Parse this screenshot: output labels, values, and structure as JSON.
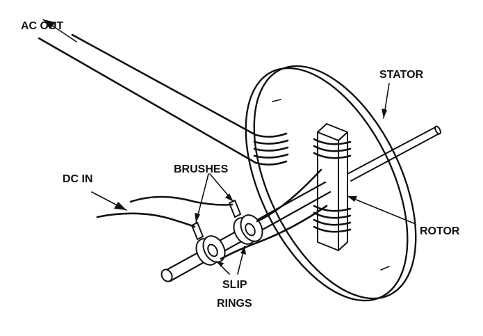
{
  "labels": {
    "ac_out": "AC OUT",
    "stator": "STATOR",
    "brushes": "BRUSHES",
    "dc_in": "DC IN",
    "rotor": "ROTOR",
    "slip_rings_line1": "SLIP",
    "slip_rings_line2": "RINGS"
  },
  "colors": {
    "ink": "#111111",
    "background": "#ffffff"
  }
}
